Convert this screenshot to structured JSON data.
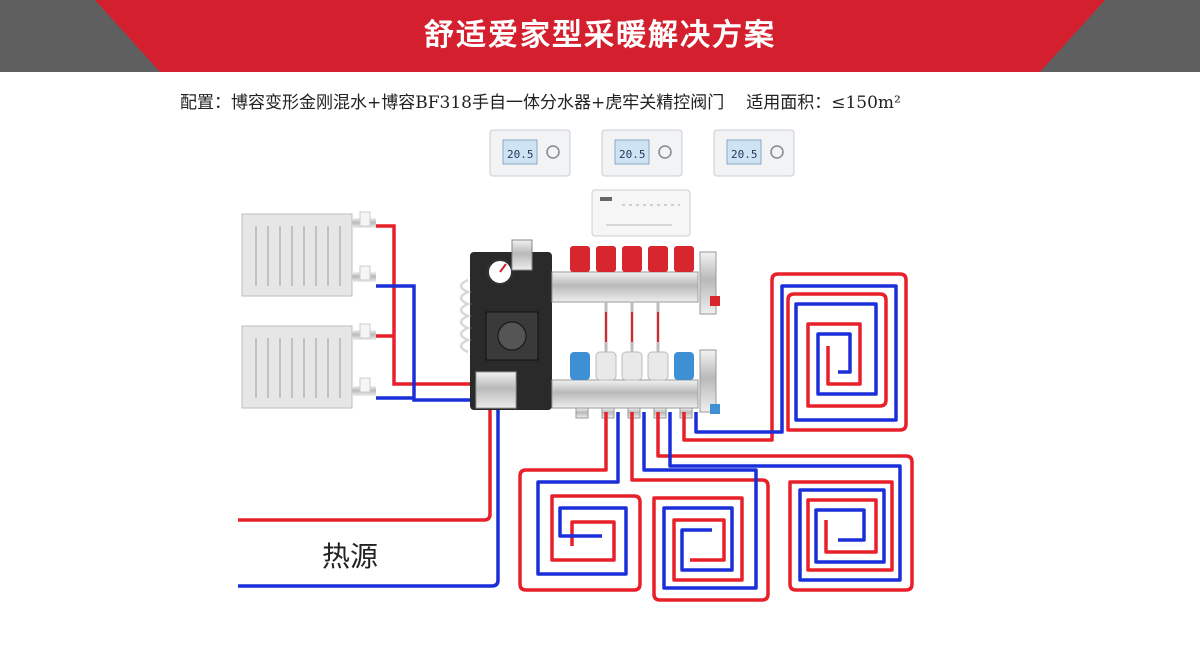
{
  "banner": {
    "title": "舒适爱家型采暖解决方案",
    "colors": {
      "red": "#d4202e",
      "grey": "#5f5f5f"
    }
  },
  "config": {
    "label": "配置：博容变形金刚混水+博容BF318手自一体分水器+虎牢关精控阀门",
    "area_label": "适用面积：≤150m²"
  },
  "diagram": {
    "heat_source_label": "热源",
    "thermostat_reading": "20.5",
    "pipe_colors": {
      "supply": "#e8202a",
      "return": "#1a2fd8"
    },
    "thermostat_count": 3,
    "radiator_count": 2,
    "floor_loop_count": 4
  }
}
